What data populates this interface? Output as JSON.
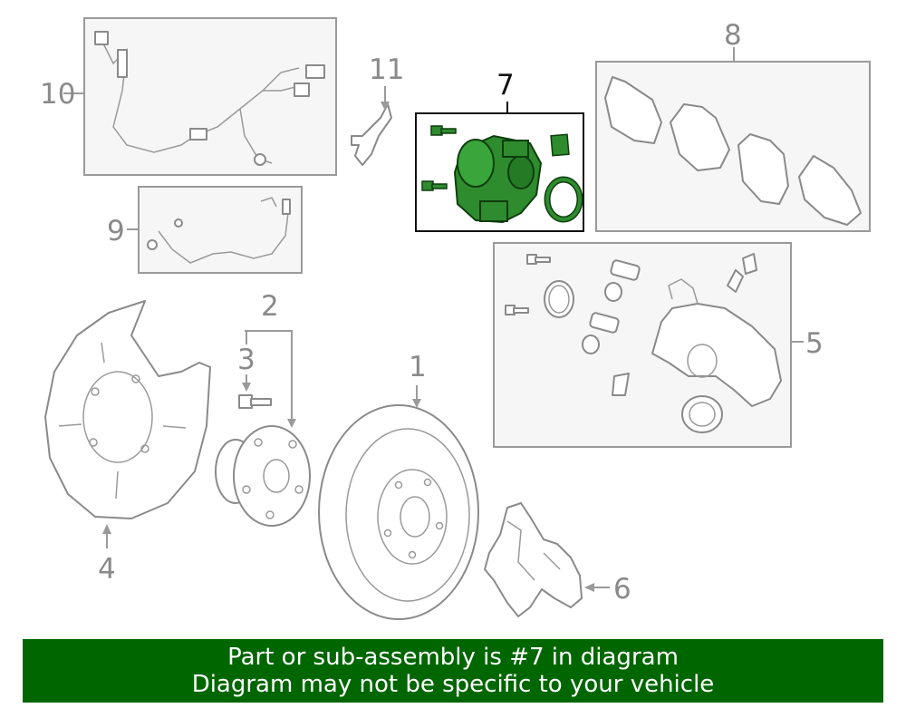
{
  "callouts": {
    "n1": "1",
    "n2": "2",
    "n3": "3",
    "n4": "4",
    "n5": "5",
    "n6": "6",
    "n7": "7",
    "n8": "8",
    "n9": "9",
    "n10": "10",
    "n11": "11"
  },
  "banner": {
    "line1": "Part or sub-assembly is #7 in diagram",
    "line2": "Diagram may not be specific to your vehicle"
  },
  "colors": {
    "highlight": "#006600",
    "part_fill": "#2e8b2e",
    "line_gray": "#9a9a9a"
  }
}
